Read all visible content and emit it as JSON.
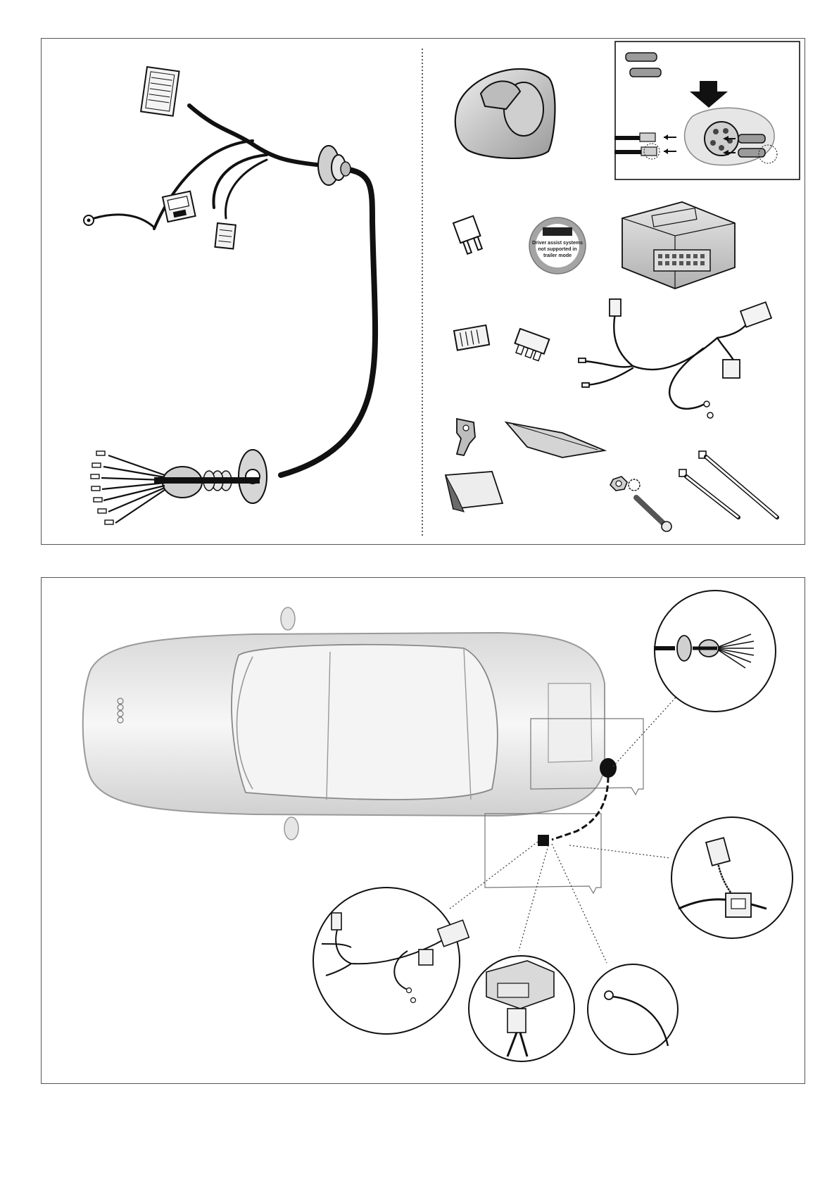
{
  "kit_parts": {
    "sticker": {
      "line1": "Driver assist systems",
      "line2": "not supported in",
      "line3": "trailer mode"
    }
  }
}
